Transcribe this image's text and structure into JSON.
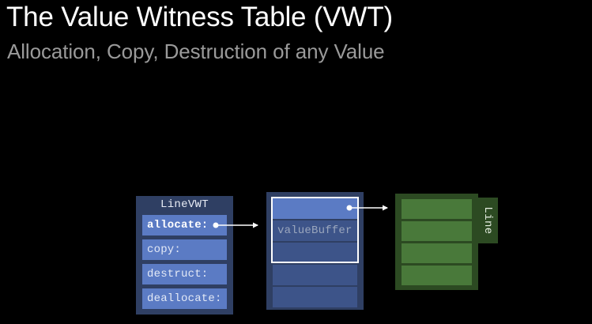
{
  "slide": {
    "title": "The Value Witness Table (VWT)",
    "subtitle": "Allocation, Copy, Destruction of any Value",
    "background_color": "#000000",
    "title_color": "#ffffff",
    "subtitle_color": "#9a9a9a"
  },
  "diagram": {
    "vwt_table": {
      "title": "LineVWT",
      "container_color": "#2f3f63",
      "row_color": "#5b7bc4",
      "rows": [
        {
          "label": "allocate:",
          "highlighted": true
        },
        {
          "label": "copy:",
          "highlighted": false
        },
        {
          "label": "destruct:",
          "highlighted": false
        },
        {
          "label": "deallocate:",
          "highlighted": false
        }
      ]
    },
    "buffer_box": {
      "container_color": "#2f3f63",
      "row_color": "#3d5489",
      "first_row_color": "#5b7bc4",
      "outline_color": "#ffffff",
      "outline_label": "valueBuffer",
      "rows": [
        {
          "label": "",
          "inside_outline": true
        },
        {
          "label": "valueBuffer",
          "inside_outline": true
        },
        {
          "label": "",
          "inside_outline": true
        },
        {
          "label": "",
          "inside_outline": false
        },
        {
          "label": "",
          "inside_outline": false
        }
      ]
    },
    "line_object": {
      "tab_label": "Line",
      "container_color": "#2c4a22",
      "row_color": "#49793a",
      "row_count": 4
    },
    "arrows": [
      {
        "name": "allocate-to-buffer",
        "color": "#ffffff",
        "from": "vwt allocate: row",
        "to": "buffer box"
      },
      {
        "name": "buffer-to-line",
        "color": "#ffffff",
        "from": "buffer first slot",
        "to": "Line object"
      }
    ]
  }
}
